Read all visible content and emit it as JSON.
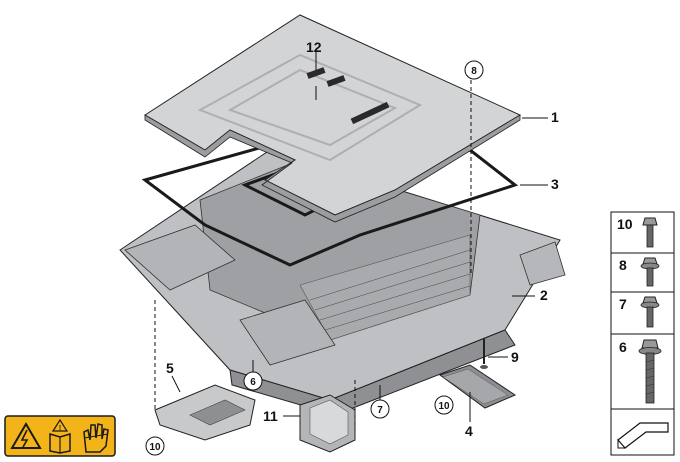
{
  "diagram": {
    "callouts": {
      "c1": "1",
      "c2": "2",
      "c3": "3",
      "c4": "4",
      "c5": "5",
      "c6": "6",
      "c7": "7",
      "c8": "8",
      "c9": "9",
      "c10a": "10",
      "c10b": "10",
      "c11": "11",
      "c12": "12"
    },
    "fastener_legend": {
      "items": [
        "10",
        "8",
        "7",
        "6"
      ]
    },
    "warning_label": {
      "icons": [
        "high-voltage-warning-icon",
        "read-manual-icon",
        "protective-glove-icon"
      ],
      "colors": {
        "background": "#f2b418",
        "symbol": "#1a1a1a"
      }
    },
    "colors": {
      "part_fill": "#cfd0d2",
      "part_shadow": "#9a9b9e",
      "part_dark": "#2b2b2b",
      "outline": "#222222"
    }
  }
}
